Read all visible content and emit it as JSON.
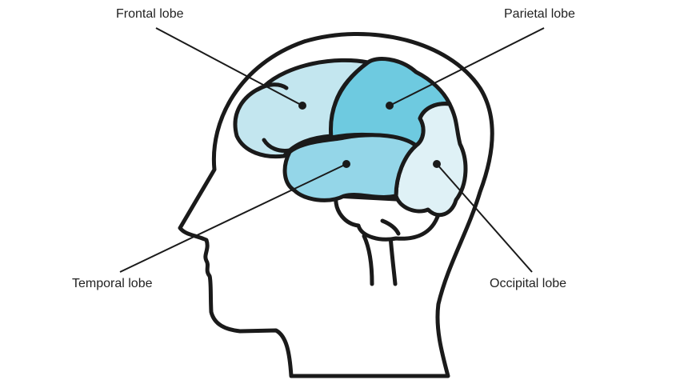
{
  "labels": {
    "frontal": "Frontal lobe",
    "parietal": "Parietal lobe",
    "temporal": "Temporal lobe",
    "occipital": "Occipital lobe"
  },
  "colors": {
    "frontal": "#c3e6ef",
    "parietal": "#6ecae0",
    "temporal": "#94d6e8",
    "occipital": "#dff1f6",
    "outline": "#1a1a1a"
  }
}
